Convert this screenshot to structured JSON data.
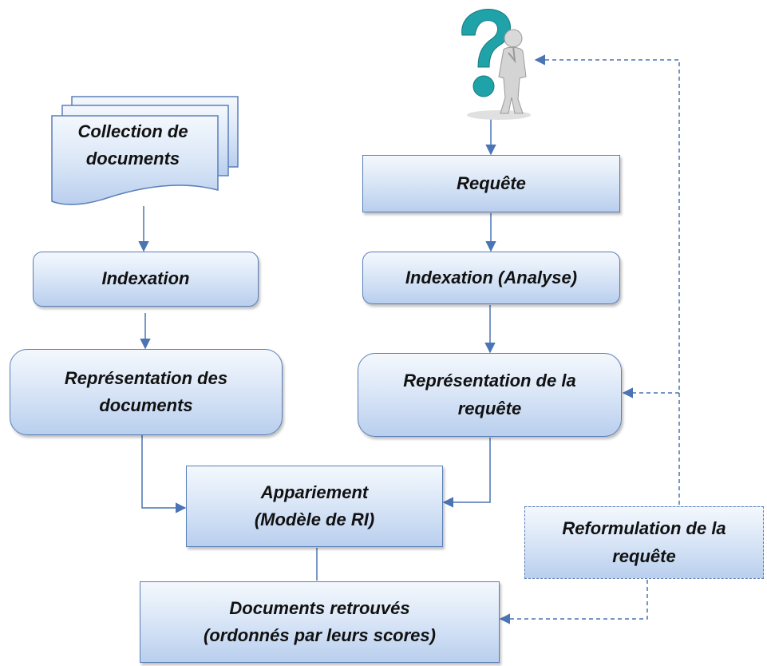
{
  "boxes": {
    "collection": [
      "Collection de",
      "documents"
    ],
    "indexation": "Indexation",
    "representation_docs": [
      "Représentation des",
      "documents"
    ],
    "requete": "Requête",
    "indexation_analyse": "Indexation (Analyse)",
    "representation_requete": [
      "Représentation de la",
      "requête"
    ],
    "appariement": [
      "Appariement",
      "(Modèle de RI)"
    ],
    "documents_retrouves": [
      "Documents retrouvés",
      "(ordonnés par leurs scores)"
    ],
    "reformulation": [
      "Reformulation de la",
      "requête"
    ]
  },
  "icons": {
    "user": "thinking-person-question-mark-icon",
    "documents": "document-stack-icon"
  },
  "colors": {
    "box_border": "#5a7fb8",
    "arrow": "#4a74b4",
    "box_fill_top": "#f4f8fd",
    "box_fill_bottom": "#b9cfee",
    "question_mark": "#1fa3a8"
  }
}
